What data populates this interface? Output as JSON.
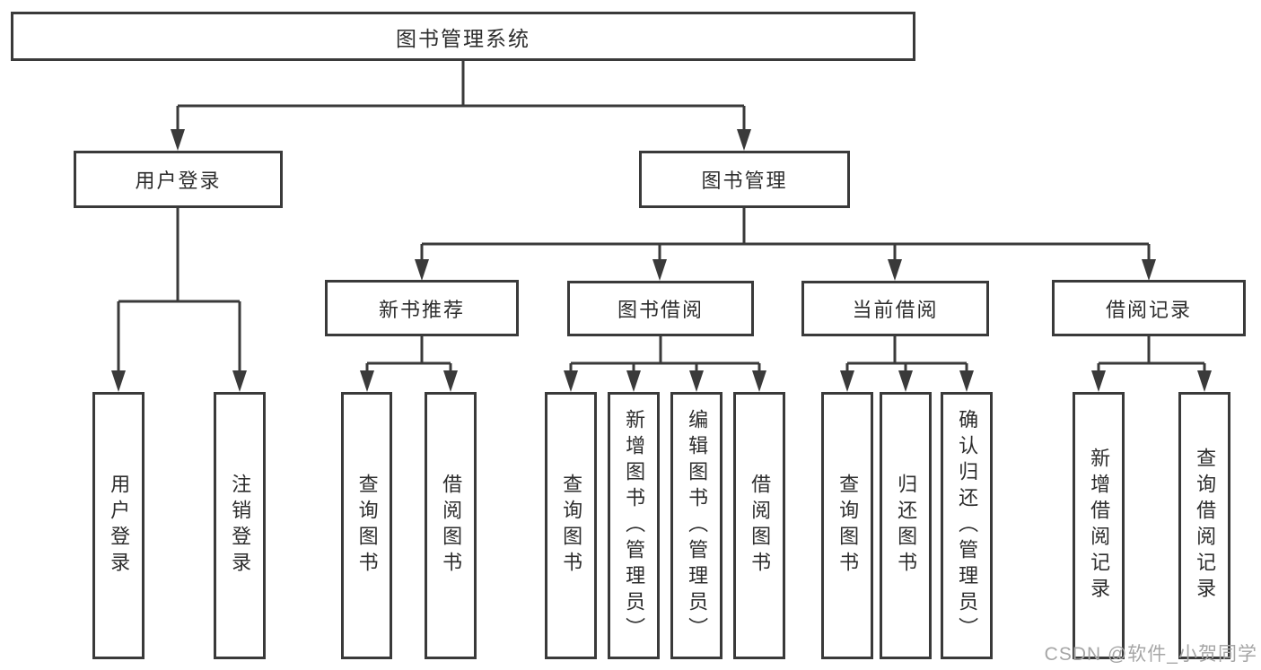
{
  "diagram": {
    "root": {
      "label": "图书管理系统"
    },
    "user_login": {
      "label": "用户登录"
    },
    "book_mgmt": {
      "label": "图书管理"
    },
    "new_book_rec": {
      "label": "新书推荐"
    },
    "book_borrow": {
      "label": "图书借阅"
    },
    "current_borrow": {
      "label": "当前借阅"
    },
    "borrow_record": {
      "label": "借阅记录"
    },
    "leaves": {
      "user_login_leaf": {
        "label": "用户登录"
      },
      "logout": {
        "label": "注销登录"
      },
      "rec_query_books": {
        "label": "查询图书"
      },
      "rec_borrow_books": {
        "label": "借阅图书"
      },
      "bb_query_books": {
        "label": "查询图书"
      },
      "bb_add_books": {
        "label": "新增图书（管理员）"
      },
      "bb_edit_books": {
        "label": "编辑图书（管理员）"
      },
      "bb_borrow_books": {
        "label": "借阅图书"
      },
      "cb_query_books": {
        "label": "查询图书"
      },
      "cb_return_books": {
        "label": "归还图书"
      },
      "cb_confirm_return": {
        "label": "确认归还（管理员）"
      },
      "br_add_record": {
        "label": "新增借阅记录"
      },
      "br_query_record": {
        "label": "查询借阅记录"
      }
    }
  },
  "watermark": {
    "text": "CSDN @软件_小贺同学",
    "color": "#a6a6a6"
  },
  "colors": {
    "line": "#3a3a3a",
    "box_border": "#3a3a3a",
    "background": "#ffffff",
    "text": "#2d2d2d"
  }
}
